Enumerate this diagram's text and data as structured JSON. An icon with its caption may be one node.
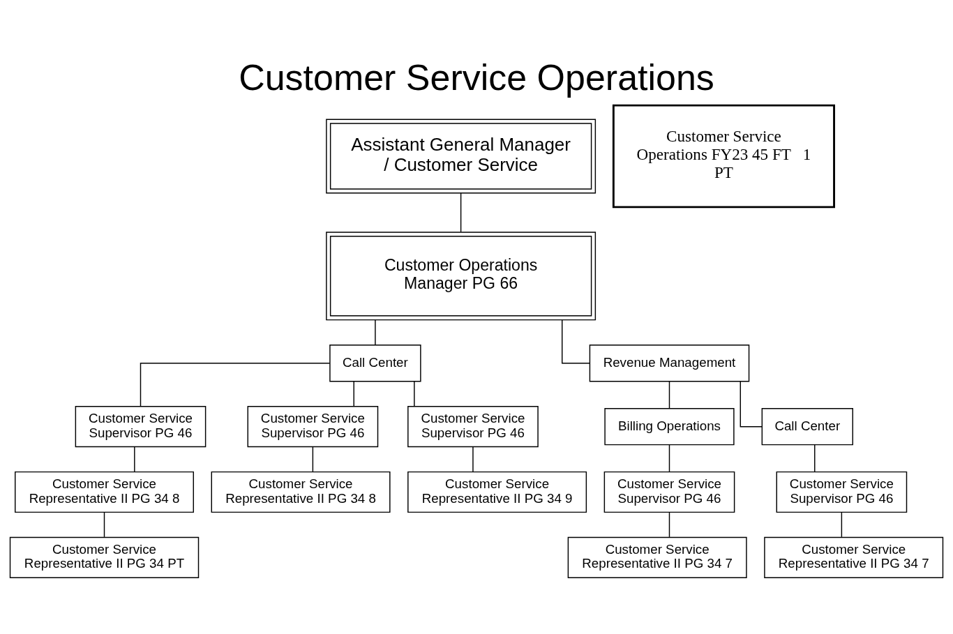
{
  "diagram": {
    "title": "Customer Service Operations",
    "nodes": [
      {
        "text": [
          "Assistant General Manager / Customer Service"
        ]
      },
      {
        "text": [
          "Customer Operations Manager PG 66"
        ]
      },
      {
        "text": [
          "Call Center"
        ]
      },
      {
        "text": [
          "Revenue Management"
        ]
      },
      {
        "text": [
          "Customer Service Supervisor PG 46"
        ]
      },
      {
        "text": [
          "Customer Service Supervisor PG 46"
        ]
      },
      {
        "text": [
          "Customer Service Supervisor PG 46"
        ]
      },
      {
        "text": [
          "Billing Operations"
        ]
      },
      {
        "text": [
          "Call Center"
        ]
      },
      {
        "text": [
          "Customer Service Representative II PG 34 8"
        ]
      },
      {
        "text": [
          "Customer Service Representative II PG 34 8"
        ]
      },
      {
        "text": [
          "Customer Service Representative II PG 34 9"
        ]
      },
      {
        "text": [
          "Customer Service Supervisor PG 46"
        ]
      },
      {
        "text": [
          "Customer Service Supervisor PG 46"
        ]
      },
      {
        "text": [
          "Customer Service Representative II PG 34 PT"
        ]
      },
      {
        "text": [
          "Customer Service Representative II PG 34 7"
        ]
      },
      {
        "text": [
          "Customer Service Representative II PG 34 7"
        ]
      },
      {
        "text": [
          "Customer Service Operations FY23 45 FT   1 PT"
        ]
      }
    ],
    "edges": [
      {
        "from": 0,
        "to": 1,
        "arrow": "none"
      },
      {
        "from": 1,
        "to": 2,
        "arrow": "none"
      },
      {
        "from": 1,
        "to": 3,
        "arrow": "none"
      },
      {
        "from": 2,
        "to": 4,
        "arrow": "none"
      },
      {
        "from": 2,
        "to": 5,
        "arrow": "none"
      },
      {
        "from": 2,
        "to": 6,
        "arrow": "none"
      },
      {
        "from": 3,
        "to": 7,
        "arrow": "none"
      },
      {
        "from": 3,
        "to": 8,
        "arrow": "none"
      },
      {
        "from": 4,
        "to": 9,
        "arrow": "none"
      },
      {
        "from": 5,
        "to": 10,
        "arrow": "none"
      },
      {
        "from": 6,
        "to": 11,
        "arrow": "none"
      },
      {
        "from": 7,
        "to": 12,
        "arrow": "none"
      },
      {
        "from": 8,
        "to": 13,
        "arrow": "none"
      },
      {
        "from": 9,
        "to": 14,
        "arrow": "none"
      },
      {
        "from": 12,
        "to": 15,
        "arrow": "none"
      },
      {
        "from": 13,
        "to": 16,
        "arrow": "none"
      }
    ]
  }
}
